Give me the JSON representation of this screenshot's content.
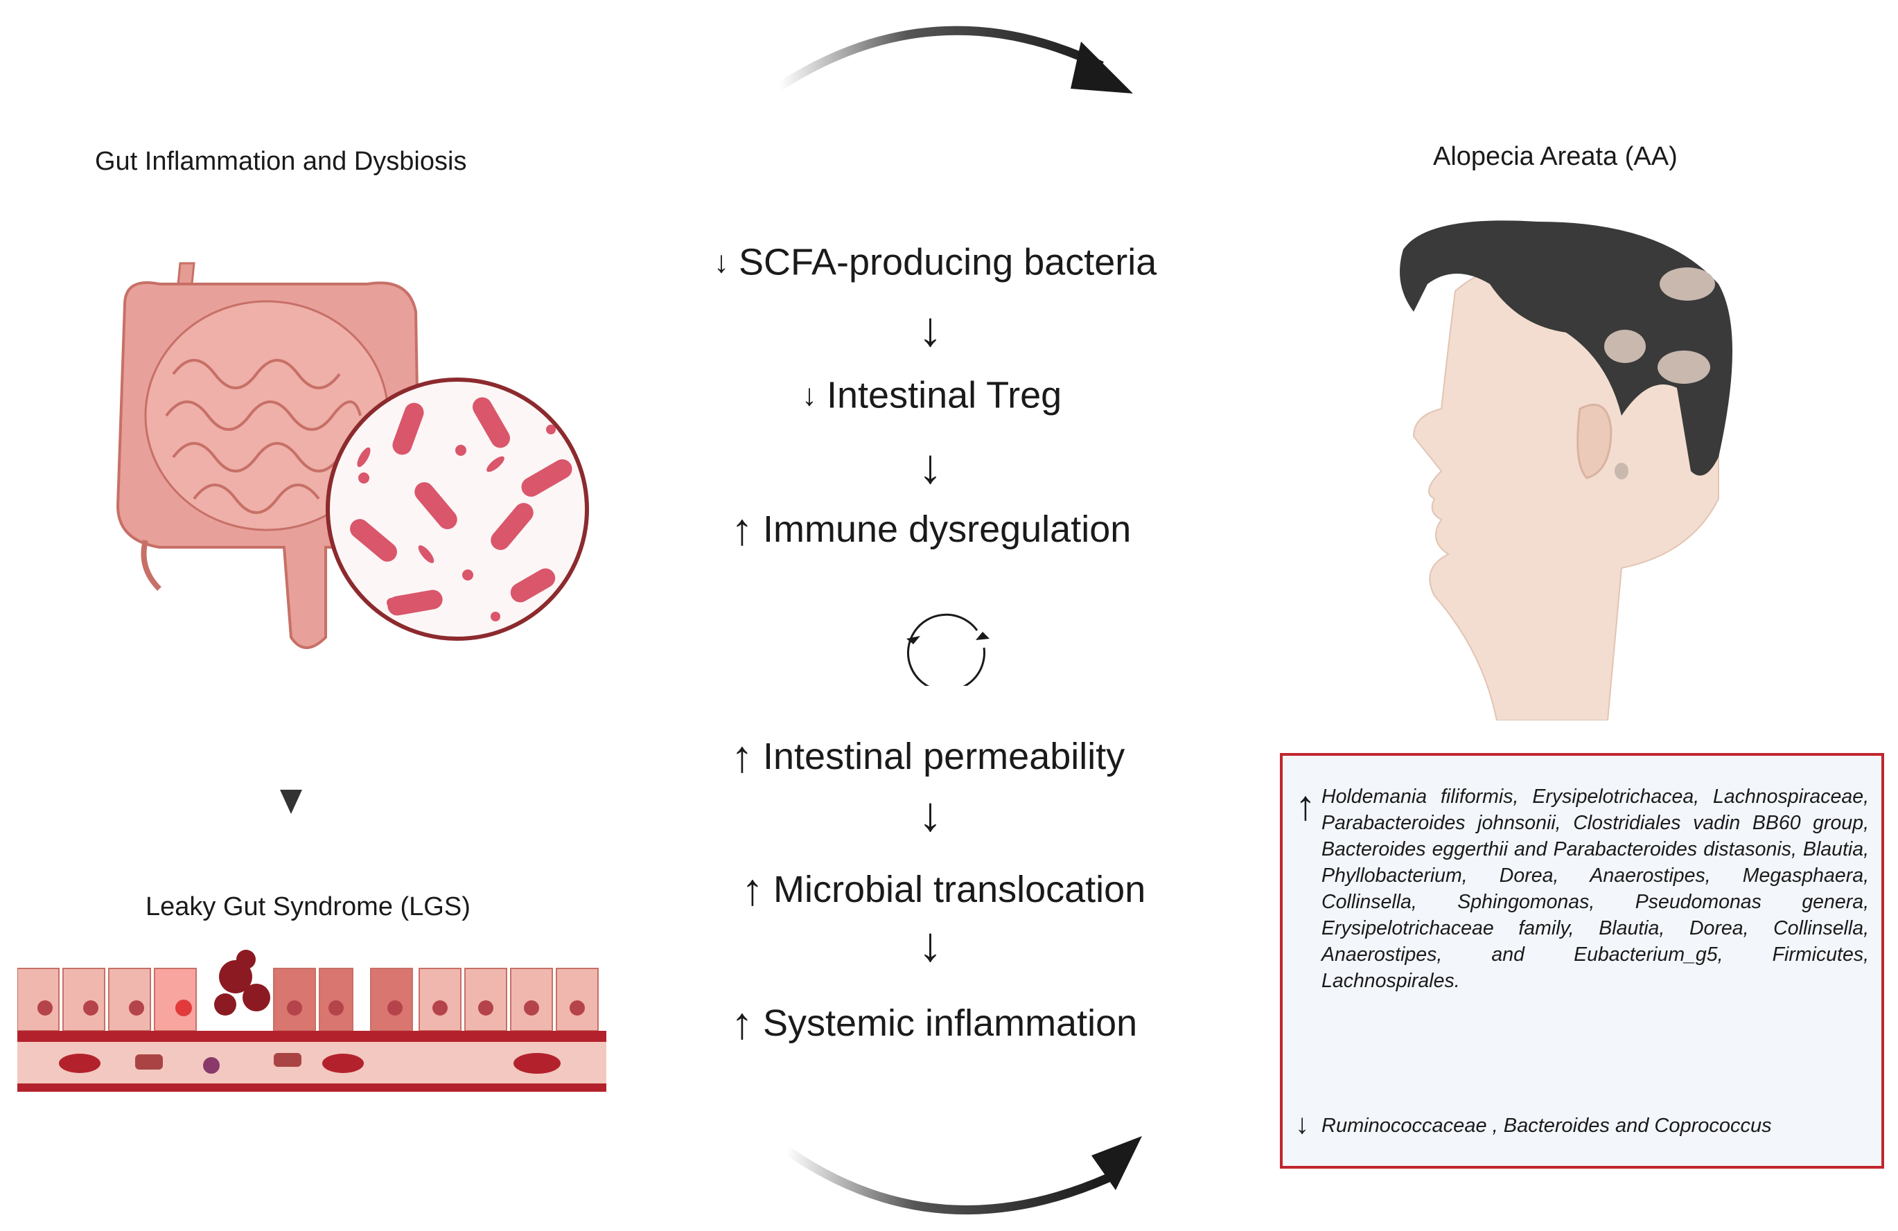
{
  "left": {
    "gut_title": "Gut Inflammation and Dysbiosis",
    "lgs_title": "Leaky Gut Syndrome (LGS)"
  },
  "right": {
    "aa_title": "Alopecia Areata (AA)",
    "bacteria_increased": "Holdemania filiformis, Erysipelotrichacea, Lachnospiraceae, Parabacteroides johnsonii, Clostridiales vadin BB60 group, Bacteroides eggerthii and Parabacteroides distasonis, Blautia, Phyllobacterium, Dorea, Anaerostipes, Megasphaera, Collinsella, Sphingomonas, Pseudomonas genera, Erysipelotrichaceae family, Blautia, Dorea, Collinsella, Anaerostipes, and Eubacterium_g5, Firmicutes, Lachnospirales.",
    "bacteria_decreased": "Ruminococcaceae , Bacteroides and Coprococcus",
    "up_arrow": "↑",
    "down_arrow": "↓"
  },
  "center": {
    "steps": [
      {
        "arrow": "↓",
        "label": "SCFA-producing bacteria"
      },
      {
        "arrow": "↓",
        "label": "Intestinal Treg"
      },
      {
        "arrow": "↑",
        "label": "Immune dysregulation"
      },
      {
        "arrow": "↑",
        "label": "Intestinal permeability"
      },
      {
        "arrow": "↑",
        "label": "Microbial translocation"
      },
      {
        "arrow": "↑",
        "label": "Systemic inflammation"
      }
    ],
    "connector": "↓"
  },
  "colors": {
    "box_border": "#c0262d",
    "box_fill": "#f3f6fa",
    "intestine": "#e8a09a",
    "hair": "#3a3a3a",
    "skin": "#f3ddd0",
    "blood": "#b3222c"
  }
}
